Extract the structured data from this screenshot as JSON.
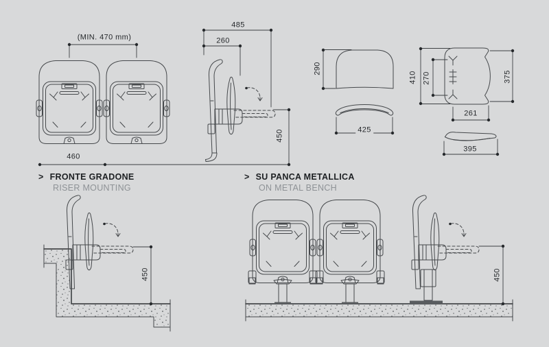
{
  "colors": {
    "background": "#d8d9da",
    "line": "#45484b",
    "text": "#26292c",
    "muted": "#8e9296"
  },
  "views": {
    "front_pair": {
      "dims": {
        "min_width": "(MIN. 470 mm)",
        "module_width": "460"
      }
    },
    "side": {
      "dims": {
        "total_depth": "485",
        "back_depth": "260",
        "seat_height": "450"
      }
    },
    "backrest": {
      "dims": {
        "height": "290",
        "width": "425"
      }
    },
    "seat_top": {
      "dims": {
        "depth": "410",
        "fixing_spacing": "270",
        "side_depth": "375",
        "fixing_width": "261",
        "profile_width": "395"
      }
    }
  },
  "sections": {
    "riser": {
      "marker": ">",
      "title": "FRONTE GRADONE",
      "subtitle": "RISER MOUNTING",
      "dims": {
        "seat_height": "450"
      }
    },
    "bench": {
      "marker": ">",
      "title": "SU PANCA METALLICA",
      "subtitle": "ON METAL BENCH",
      "dims": {
        "seat_height": "450"
      }
    }
  }
}
